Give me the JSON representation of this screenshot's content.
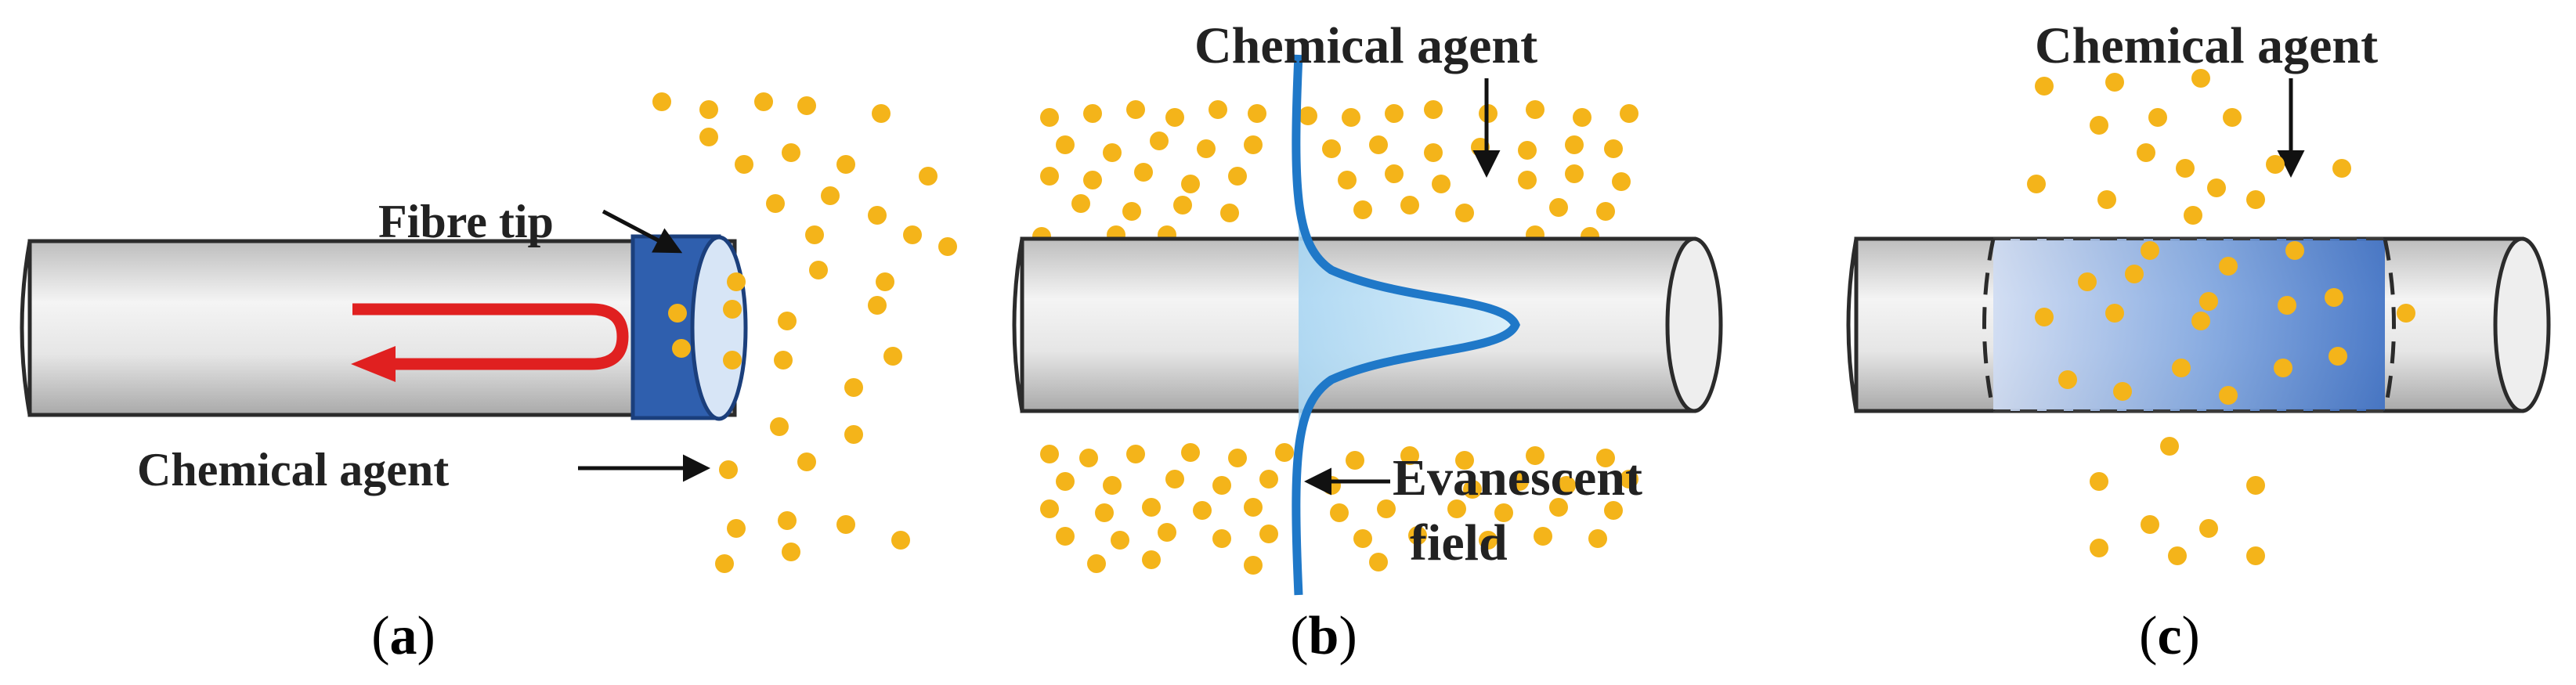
{
  "panels": [
    {
      "id": "a",
      "caption_letter": "a",
      "labels": {
        "tip": "Fibre tip",
        "agent": "Chemical agent"
      }
    },
    {
      "id": "b",
      "caption_letter": "b",
      "labels": {
        "agent": "Chemical agent",
        "field_line1": "Evanescent",
        "field_line2": "field"
      }
    },
    {
      "id": "c",
      "caption_letter": "c",
      "labels": {
        "agent": "Chemical agent"
      }
    }
  ],
  "colors": {
    "particle": "#f4b41a",
    "fibre_light": "#f2f2f2",
    "fibre_dark": "#bfbfbf",
    "fibre_outline": "#2b2b2b",
    "tip_blue": "#2f5fae",
    "field_curve": "#1f78c8",
    "field_fill": "#bfe2f7",
    "arrow_red": "#e02020",
    "coating_blue": "#4f86d3"
  },
  "icons": [
    "arrow-icon",
    "u-turn-arrow-icon"
  ]
}
